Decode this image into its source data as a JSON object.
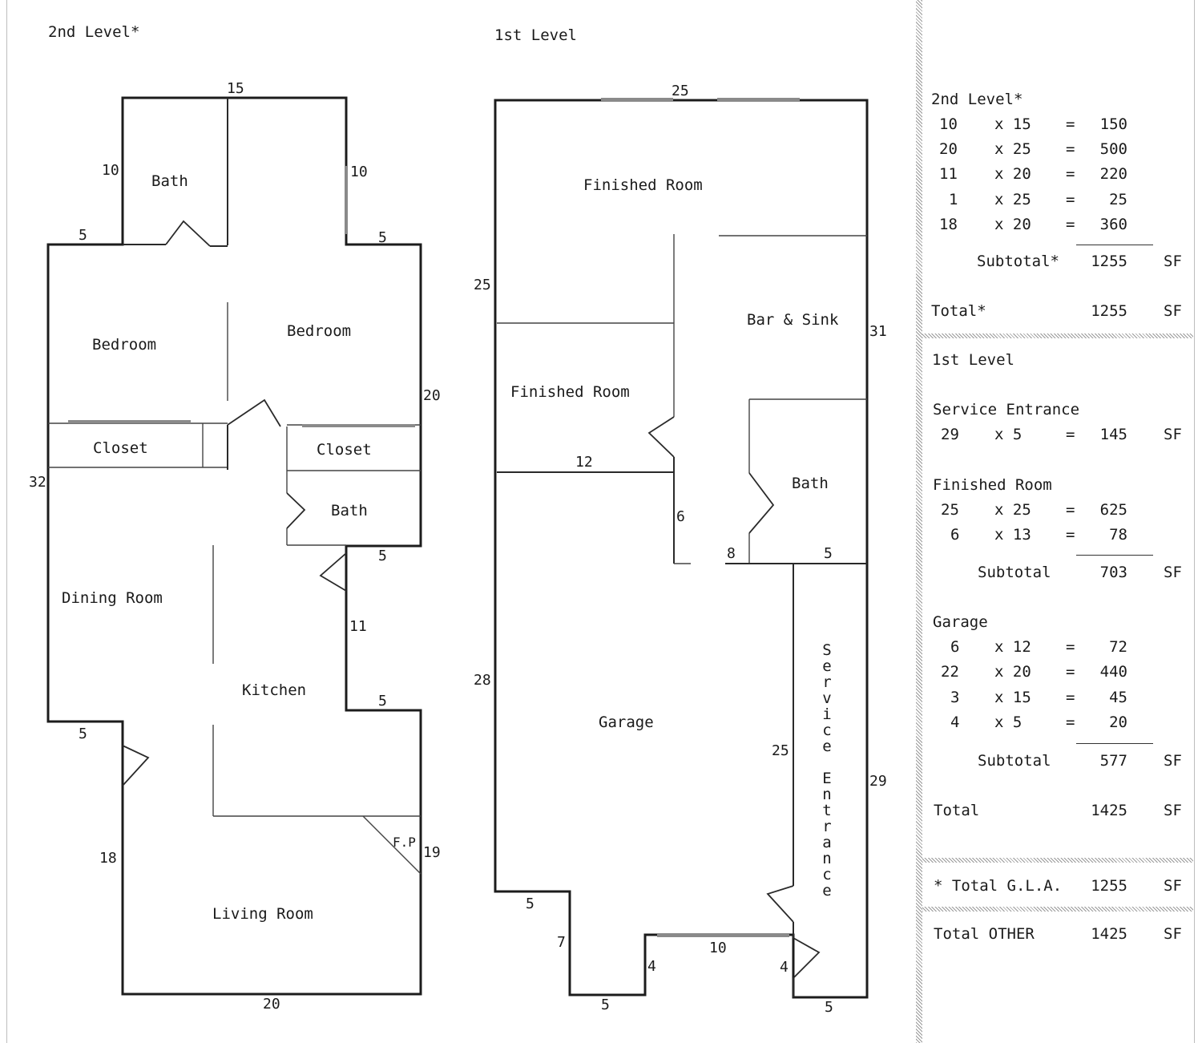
{
  "plan": {
    "second_level": {
      "title": "2nd Level*",
      "rooms": {
        "bath_top": "Bath",
        "bedroom_left": "Bedroom",
        "bedroom_right": "Bedroom",
        "closet_left": "Closet",
        "closet_right": "Closet",
        "bath_mid": "Bath",
        "dining_room": "Dining Room",
        "kitchen": "Kitchen",
        "fireplace": "F.P",
        "living_room": "Living Room"
      },
      "dims": [
        "15",
        "10",
        "10",
        "5",
        "5",
        "20",
        "32",
        "5",
        "11",
        "5",
        "5",
        "19",
        "18",
        "20"
      ]
    },
    "first_level": {
      "title": "1st Level",
      "rooms": {
        "finished_room_top": "Finished Room",
        "bar_sink": "Bar & Sink",
        "finished_room_mid": "Finished Room",
        "bath": "Bath",
        "garage": "Garage",
        "service_entrance": "Service Entrance"
      },
      "dims": [
        "25",
        "25",
        "31",
        "12",
        "6",
        "8",
        "5",
        "28",
        "25",
        "29",
        "5",
        "7",
        "4",
        "10",
        "4",
        "5",
        "5"
      ]
    }
  },
  "summary": {
    "second_level": {
      "title": "2nd Level*",
      "rows": [
        {
          "a": "10",
          "b": "x 15",
          "eq": "=",
          "v": "150"
        },
        {
          "a": "20",
          "b": "x 25",
          "eq": "=",
          "v": "500"
        },
        {
          "a": "11",
          "b": "x 20",
          "eq": "=",
          "v": "220"
        },
        {
          "a": "1",
          "b": "x 25",
          "eq": "=",
          "v": "25"
        },
        {
          "a": "18",
          "b": "x 20",
          "eq": "=",
          "v": "360"
        }
      ],
      "subtotal_label": "Subtotal*",
      "subtotal_value": "1255",
      "subtotal_unit": "SF",
      "total_label": "Total*",
      "total_value": "1255",
      "total_unit": "SF"
    },
    "first_level": {
      "title": "1st Level",
      "service_entrance": {
        "label": "Service Entrance",
        "rows": [
          {
            "a": "29",
            "b": "x 5",
            "eq": "=",
            "v": "145",
            "unit": "SF"
          }
        ]
      },
      "finished_room": {
        "label": "Finished Room",
        "rows": [
          {
            "a": "25",
            "b": "x 25",
            "eq": "=",
            "v": "625"
          },
          {
            "a": "6",
            "b": "x 13",
            "eq": "=",
            "v": "78"
          }
        ],
        "subtotal_label": "Subtotal",
        "subtotal_value": "703",
        "subtotal_unit": "SF"
      },
      "garage": {
        "label": "Garage",
        "rows": [
          {
            "a": "6",
            "b": "x 12",
            "eq": "=",
            "v": "72"
          },
          {
            "a": "22",
            "b": "x 20",
            "eq": "=",
            "v": "440"
          },
          {
            "a": "3",
            "b": "x 15",
            "eq": "=",
            "v": "45"
          },
          {
            "a": "4",
            "b": "x 5",
            "eq": "=",
            "v": "20"
          }
        ],
        "subtotal_label": "Subtotal",
        "subtotal_value": "577",
        "subtotal_unit": "SF"
      },
      "total_label": "Total",
      "total_value": "1425",
      "total_unit": "SF"
    },
    "gla": {
      "label": "* Total G.L.A.",
      "value": "1255",
      "unit": "SF"
    },
    "other": {
      "label": "Total OTHER",
      "value": "1425",
      "unit": "SF"
    }
  }
}
